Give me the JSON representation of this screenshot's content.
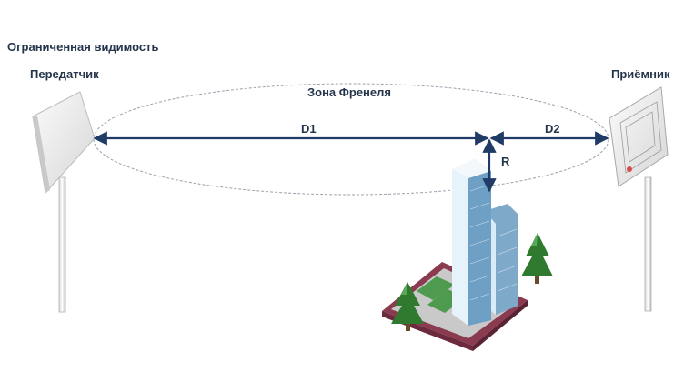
{
  "title": "Ограниченная видимость",
  "transmitter_label": "Передатчик",
  "receiver_label": "Приёмник",
  "fresnel_zone_label": "Зона Френеля",
  "d1_label": "D1",
  "d2_label": "D2",
  "r_label": "R",
  "colors": {
    "text": "#24344a",
    "arrow": "#1f3b66",
    "ellipse": "#9aa3ad",
    "tower_light": "#cfe4f2",
    "tower_dark": "#5b8fb8",
    "tree": "#2f7a2f",
    "ground": "#8a3b50"
  }
}
